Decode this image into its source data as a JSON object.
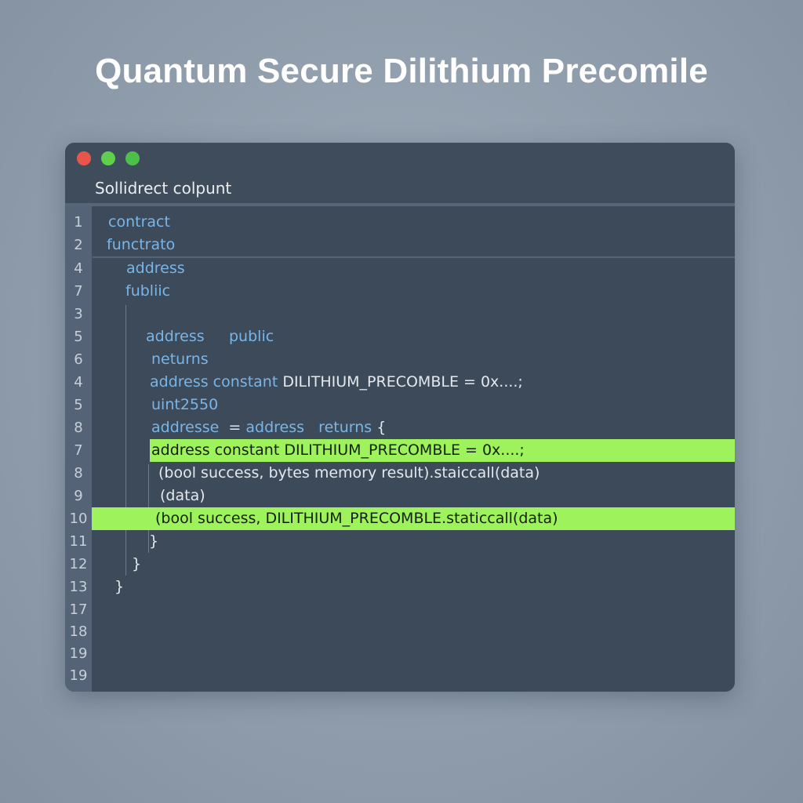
{
  "page": {
    "title": "Quantum Secure Dilithium Precomile"
  },
  "window": {
    "title": "Sollidrect colpunt",
    "controls": [
      "close",
      "minimize",
      "maximize"
    ]
  },
  "colors": {
    "highlight": "#9ef25c",
    "keyword": "#79b6e8",
    "window_bg": "#3d4a5a",
    "background": "#8e9cab"
  },
  "editor": {
    "lines": [
      {
        "num": "1",
        "kw1": "contract",
        "rest": ""
      },
      {
        "num": "2",
        "kw1": "functrato",
        "rest": ""
      },
      {
        "num": "4",
        "kw1": "address",
        "rest": ""
      },
      {
        "num": "7",
        "kw1": "fubliic",
        "rest": ""
      },
      {
        "num": "3",
        "kw1": "",
        "rest": ""
      },
      {
        "num": "5",
        "kw1": "address",
        "kw2": "public"
      },
      {
        "num": "6",
        "kw1": "neturns"
      },
      {
        "num": "4",
        "kw1": "address constant",
        "rest": " DILITHIUM_PRECOMBLE = 0x....;"
      },
      {
        "num": "5",
        "kw1": "uint2550"
      },
      {
        "num": "8",
        "kw1": "addresse",
        "mid": "  = ",
        "kw2": "address",
        "kw3": "returns",
        "rest": " {"
      },
      {
        "num": "7",
        "text": "address constant DILITHIUM_PRECOMBLE = 0x....;",
        "highlighted": true
      },
      {
        "num": "8",
        "text": "(bool success, bytes memory result).staiccall(data)"
      },
      {
        "num": "9",
        "text": "(data)"
      },
      {
        "num": "10",
        "text": "(bool success, DILITHIUM_PRECOMBLE.staticcall(data)",
        "highlighted": true
      },
      {
        "num": "11",
        "text": "}"
      },
      {
        "num": "12",
        "text": "}"
      },
      {
        "num": "13",
        "text": "}"
      },
      {
        "num": "17",
        "text": ""
      },
      {
        "num": "18",
        "text": ""
      },
      {
        "num": "19",
        "text": ""
      },
      {
        "num": "19",
        "text": ""
      }
    ]
  }
}
